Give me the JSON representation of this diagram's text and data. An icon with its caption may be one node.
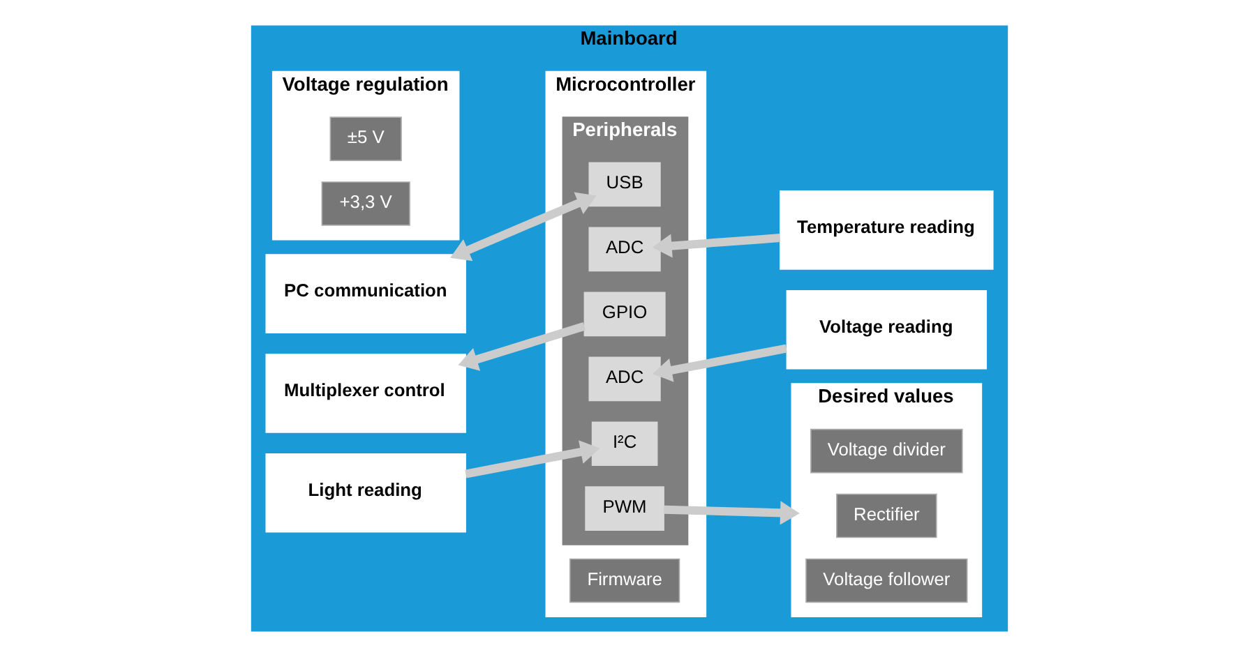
{
  "diagram": {
    "nodes": [
      {
        "text": [
          "Mainboard"
        ]
      },
      {
        "text": [
          "Voltage regulation"
        ],
        "in": 0
      },
      {
        "text": [
          "±5 V"
        ],
        "in": 1
      },
      {
        "text": [
          "+3,3 V"
        ],
        "in": 1
      },
      {
        "text": [
          "Microcontroller"
        ],
        "in": 0
      },
      {
        "text": [
          "Firmware"
        ],
        "in": 4
      },
      {
        "text": [
          "Peripherals"
        ],
        "in": 4
      },
      {
        "text": [
          "USB"
        ],
        "in": 6
      },
      {
        "text": [
          "PWM"
        ],
        "in": 6
      },
      {
        "text": [
          "GPIO"
        ],
        "in": 6
      },
      {
        "text": [
          "ADC"
        ],
        "in": 6
      },
      {
        "text": [
          "I²C"
        ],
        "in": 6
      },
      {
        "text": [
          "ADC"
        ],
        "in": 6
      },
      {
        "text": [
          "Desired values"
        ],
        "in": 0
      },
      {
        "text": [
          "Voltage divider"
        ],
        "in": 13
      },
      {
        "text": [
          "Rectifier"
        ],
        "in": 13
      },
      {
        "text": [
          "Voltage follower"
        ],
        "in": 13
      },
      {
        "text": [
          "PC communication"
        ],
        "in": 0
      },
      {
        "text": [
          "Multiplexer control"
        ],
        "in": 0
      },
      {
        "text": [
          "Voltage reading"
        ],
        "in": 0
      },
      {
        "text": [
          "Light reading"
        ],
        "in": 0
      },
      {
        "text": [
          "Temperature reading"
        ],
        "in": 0
      }
    ],
    "edges": [
      {
        "from": 17,
        "to": 7,
        "arrow": "both"
      },
      {
        "from": 8,
        "to": 13,
        "arrow": "to"
      },
      {
        "from": 9,
        "to": 18,
        "arrow": "to"
      },
      {
        "from": 19,
        "to": 10,
        "arrow": "to"
      },
      {
        "from": 20,
        "to": 11,
        "arrow": "to"
      },
      {
        "from": 21,
        "to": 12,
        "arrow": "to"
      }
    ]
  }
}
